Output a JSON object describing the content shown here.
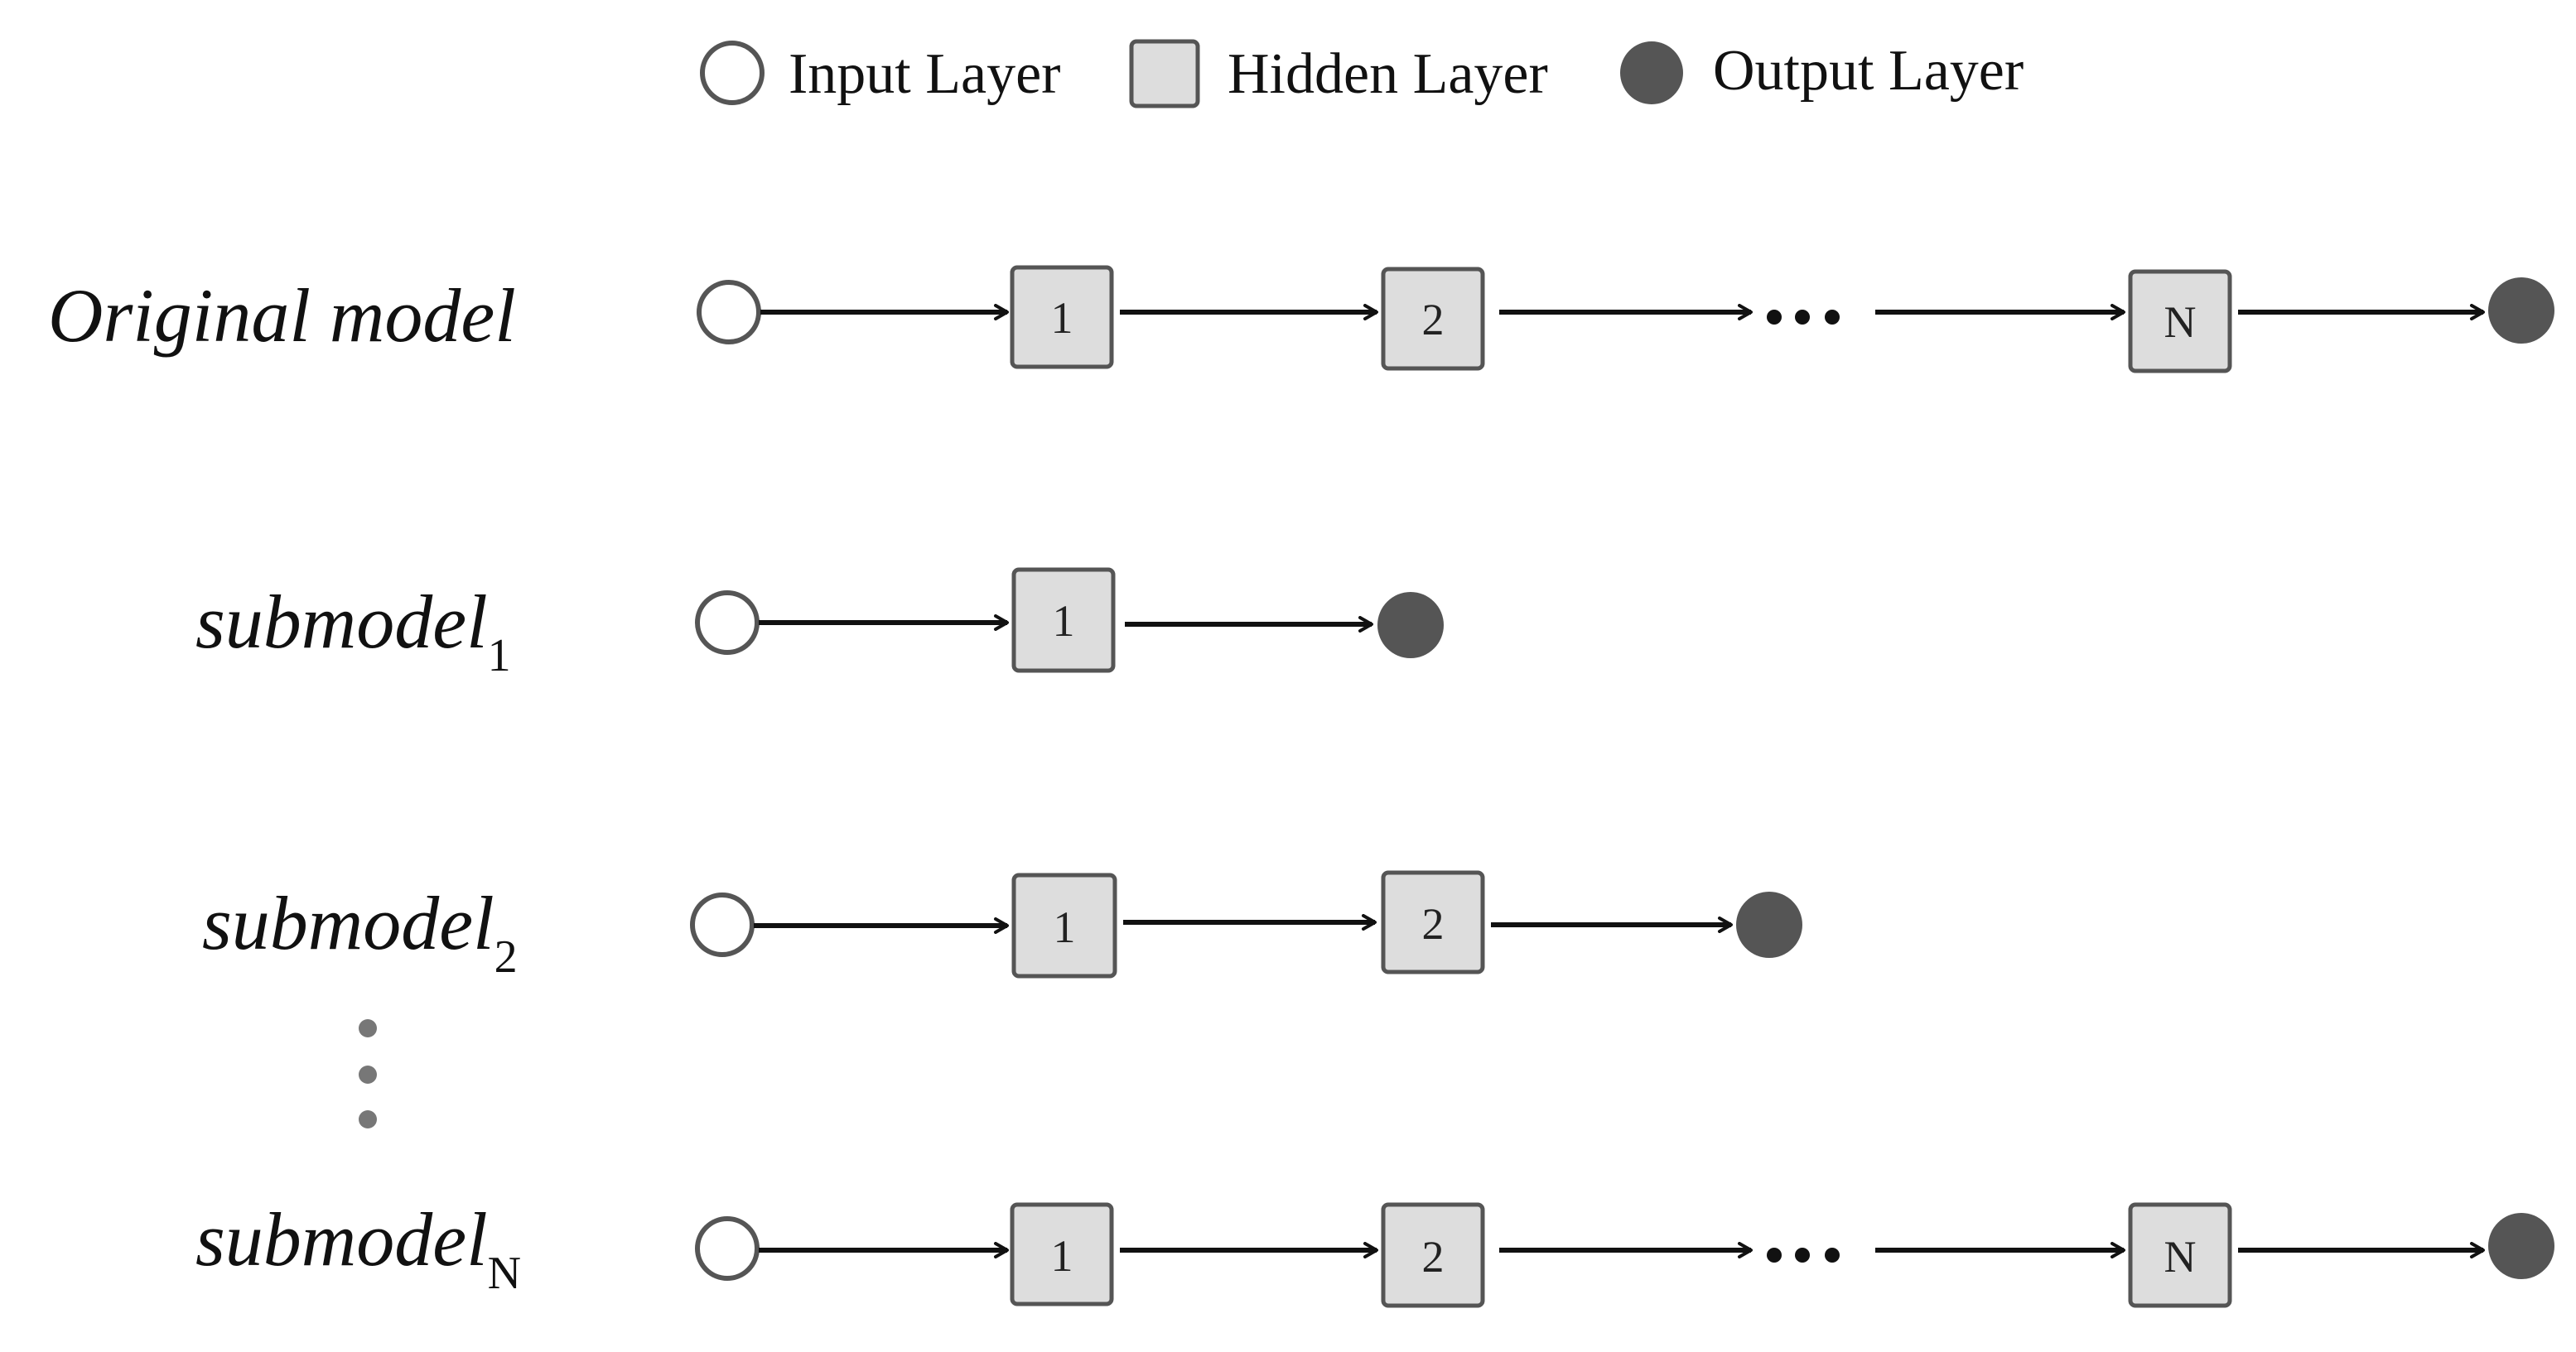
{
  "legend": {
    "input": "Input Layer",
    "hidden": "Hidden Layer",
    "output": "Output Layer"
  },
  "colors": {
    "input_fill": "#ffffff",
    "node_stroke": "#555555",
    "hidden_fill": "#dddddd",
    "output_fill": "#555555",
    "arrow": "#111111",
    "ellipsis_dot": "#777777"
  },
  "rows": {
    "original": {
      "label": "Original model",
      "sub": "",
      "boxes": [
        "1",
        "2",
        "N"
      ]
    },
    "sub1": {
      "label": "submodel",
      "sub": "1",
      "boxes": [
        "1"
      ]
    },
    "sub2": {
      "label": "submodel",
      "sub": "2",
      "boxes": [
        "1",
        "2"
      ]
    },
    "subN": {
      "label": "submodel",
      "sub": "N",
      "boxes": [
        "1",
        "2",
        "N"
      ]
    }
  }
}
